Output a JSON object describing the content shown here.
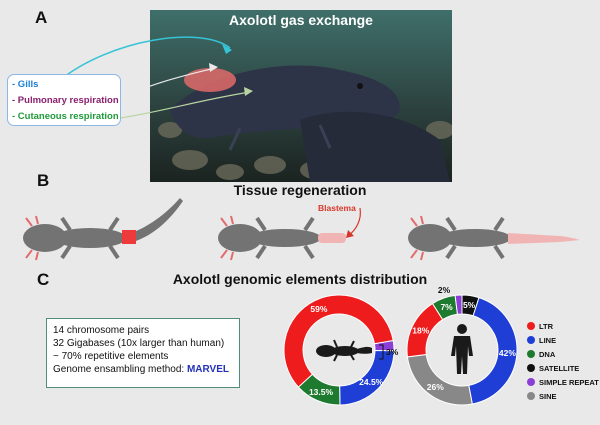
{
  "panels": {
    "a": "A",
    "b": "B",
    "c": "C"
  },
  "photo": {
    "title": "Axolotl gas exchange"
  },
  "gas_exchange": [
    {
      "label": "- Gills",
      "color": "#1a7fd6"
    },
    {
      "label": "- Pulmonary respiration",
      "color": "#8a1f6e"
    },
    {
      "label": "- Cutaneous respiration",
      "color": "#1f9a3a"
    }
  ],
  "regeneration": {
    "title": "Tissue regeneration",
    "blastema_label": "Blastema"
  },
  "genomic": {
    "title": "Axolotl genomic elements distribution",
    "facts": [
      "14 chromosome pairs",
      "32 Gigabases (10x larger than human)",
      "~ 70% repetitive elements",
      "Genome ensambling method: "
    ],
    "method": "MARVEL"
  },
  "legend": [
    {
      "label": "LTR",
      "color": "#ee1c1c"
    },
    {
      "label": "LINE",
      "color": "#1f3ed6"
    },
    {
      "label": "DNA",
      "color": "#1e7a2e"
    },
    {
      "label": "SATELLITE",
      "color": "#111111"
    },
    {
      "label": "SIMPLE REPEAT",
      "color": "#8b3fd6"
    },
    {
      "label": "SINE",
      "color": "#888888"
    }
  ],
  "chart_data": [
    {
      "type": "pie",
      "title": "Axolotl",
      "categories": [
        "LTR",
        "LINE",
        "DNA",
        "SATELLITE+SIMPLE REPEAT"
      ],
      "values": [
        59,
        24.5,
        13.5,
        3
      ],
      "labels": [
        "59%",
        "24.5%",
        "13.5%",
        "3%"
      ]
    },
    {
      "type": "pie",
      "title": "Human",
      "categories": [
        "LTR",
        "LINE",
        "DNA",
        "SATELLITE",
        "SIMPLE REPEAT",
        "SINE"
      ],
      "values": [
        18,
        42,
        7,
        5,
        2,
        26
      ],
      "labels": [
        "18%",
        "42%",
        "7%",
        "5%",
        "2%",
        "26%"
      ]
    }
  ]
}
